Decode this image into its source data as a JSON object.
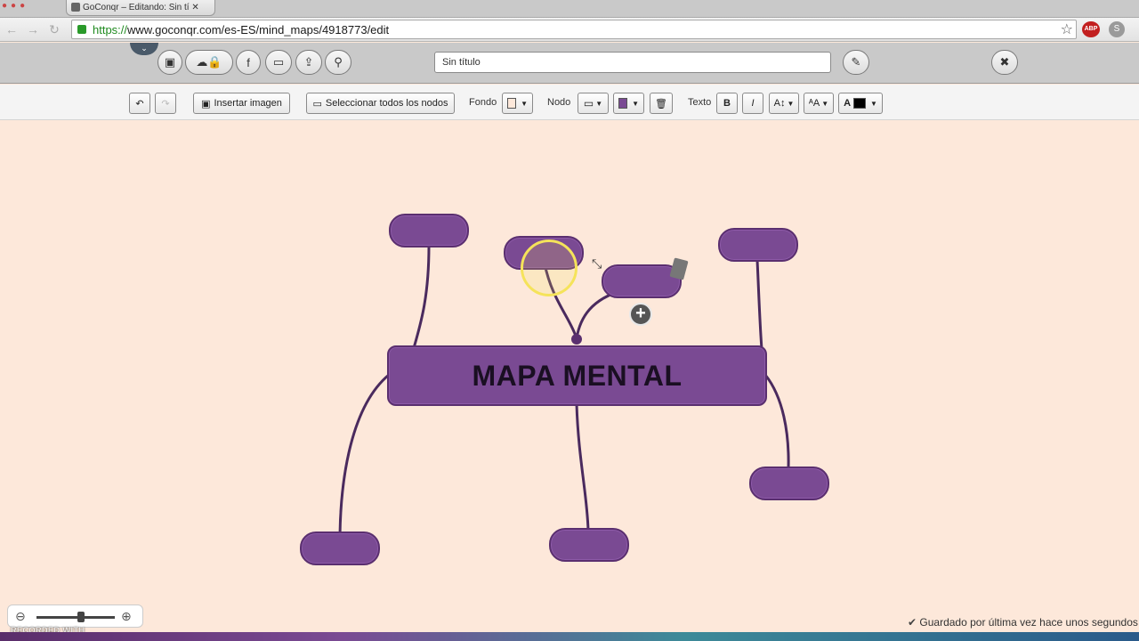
{
  "browser": {
    "tab_title": "GoConqr – Editando: Sin tí",
    "tab_close": "✕",
    "url_scheme": "https://",
    "url_rest": "www.goconqr.com/es-ES/mind_maps/4918773/edit",
    "ext_abp": "ABP",
    "ext_s": "S"
  },
  "header": {
    "title_value": "Sin título",
    "collapse_glyph": "⌄"
  },
  "toolbar": {
    "insert_image": "Insertar imagen",
    "select_all_nodes": "Seleccionar todos los nodos",
    "background_label": "Fondo",
    "node_label": "Nodo",
    "text_label": "Texto",
    "bold": "B",
    "italic": "I",
    "font_size_label": "A↕",
    "font_case_label": "ᴬA",
    "text_color_label": "A",
    "background_color": "#fde8da",
    "text_color": "#000000"
  },
  "mindmap": {
    "central_text": "MAPA MENTAL",
    "node_color": "#7a4a93",
    "plus_glyph": "+"
  },
  "zoom": {
    "minus_glyph": "−",
    "plus_glyph": "+",
    "level": 0.57
  },
  "status": {
    "saved_text": "Guardado por última vez hace unos segundos",
    "recorded_text": "RECORDED WITH"
  }
}
